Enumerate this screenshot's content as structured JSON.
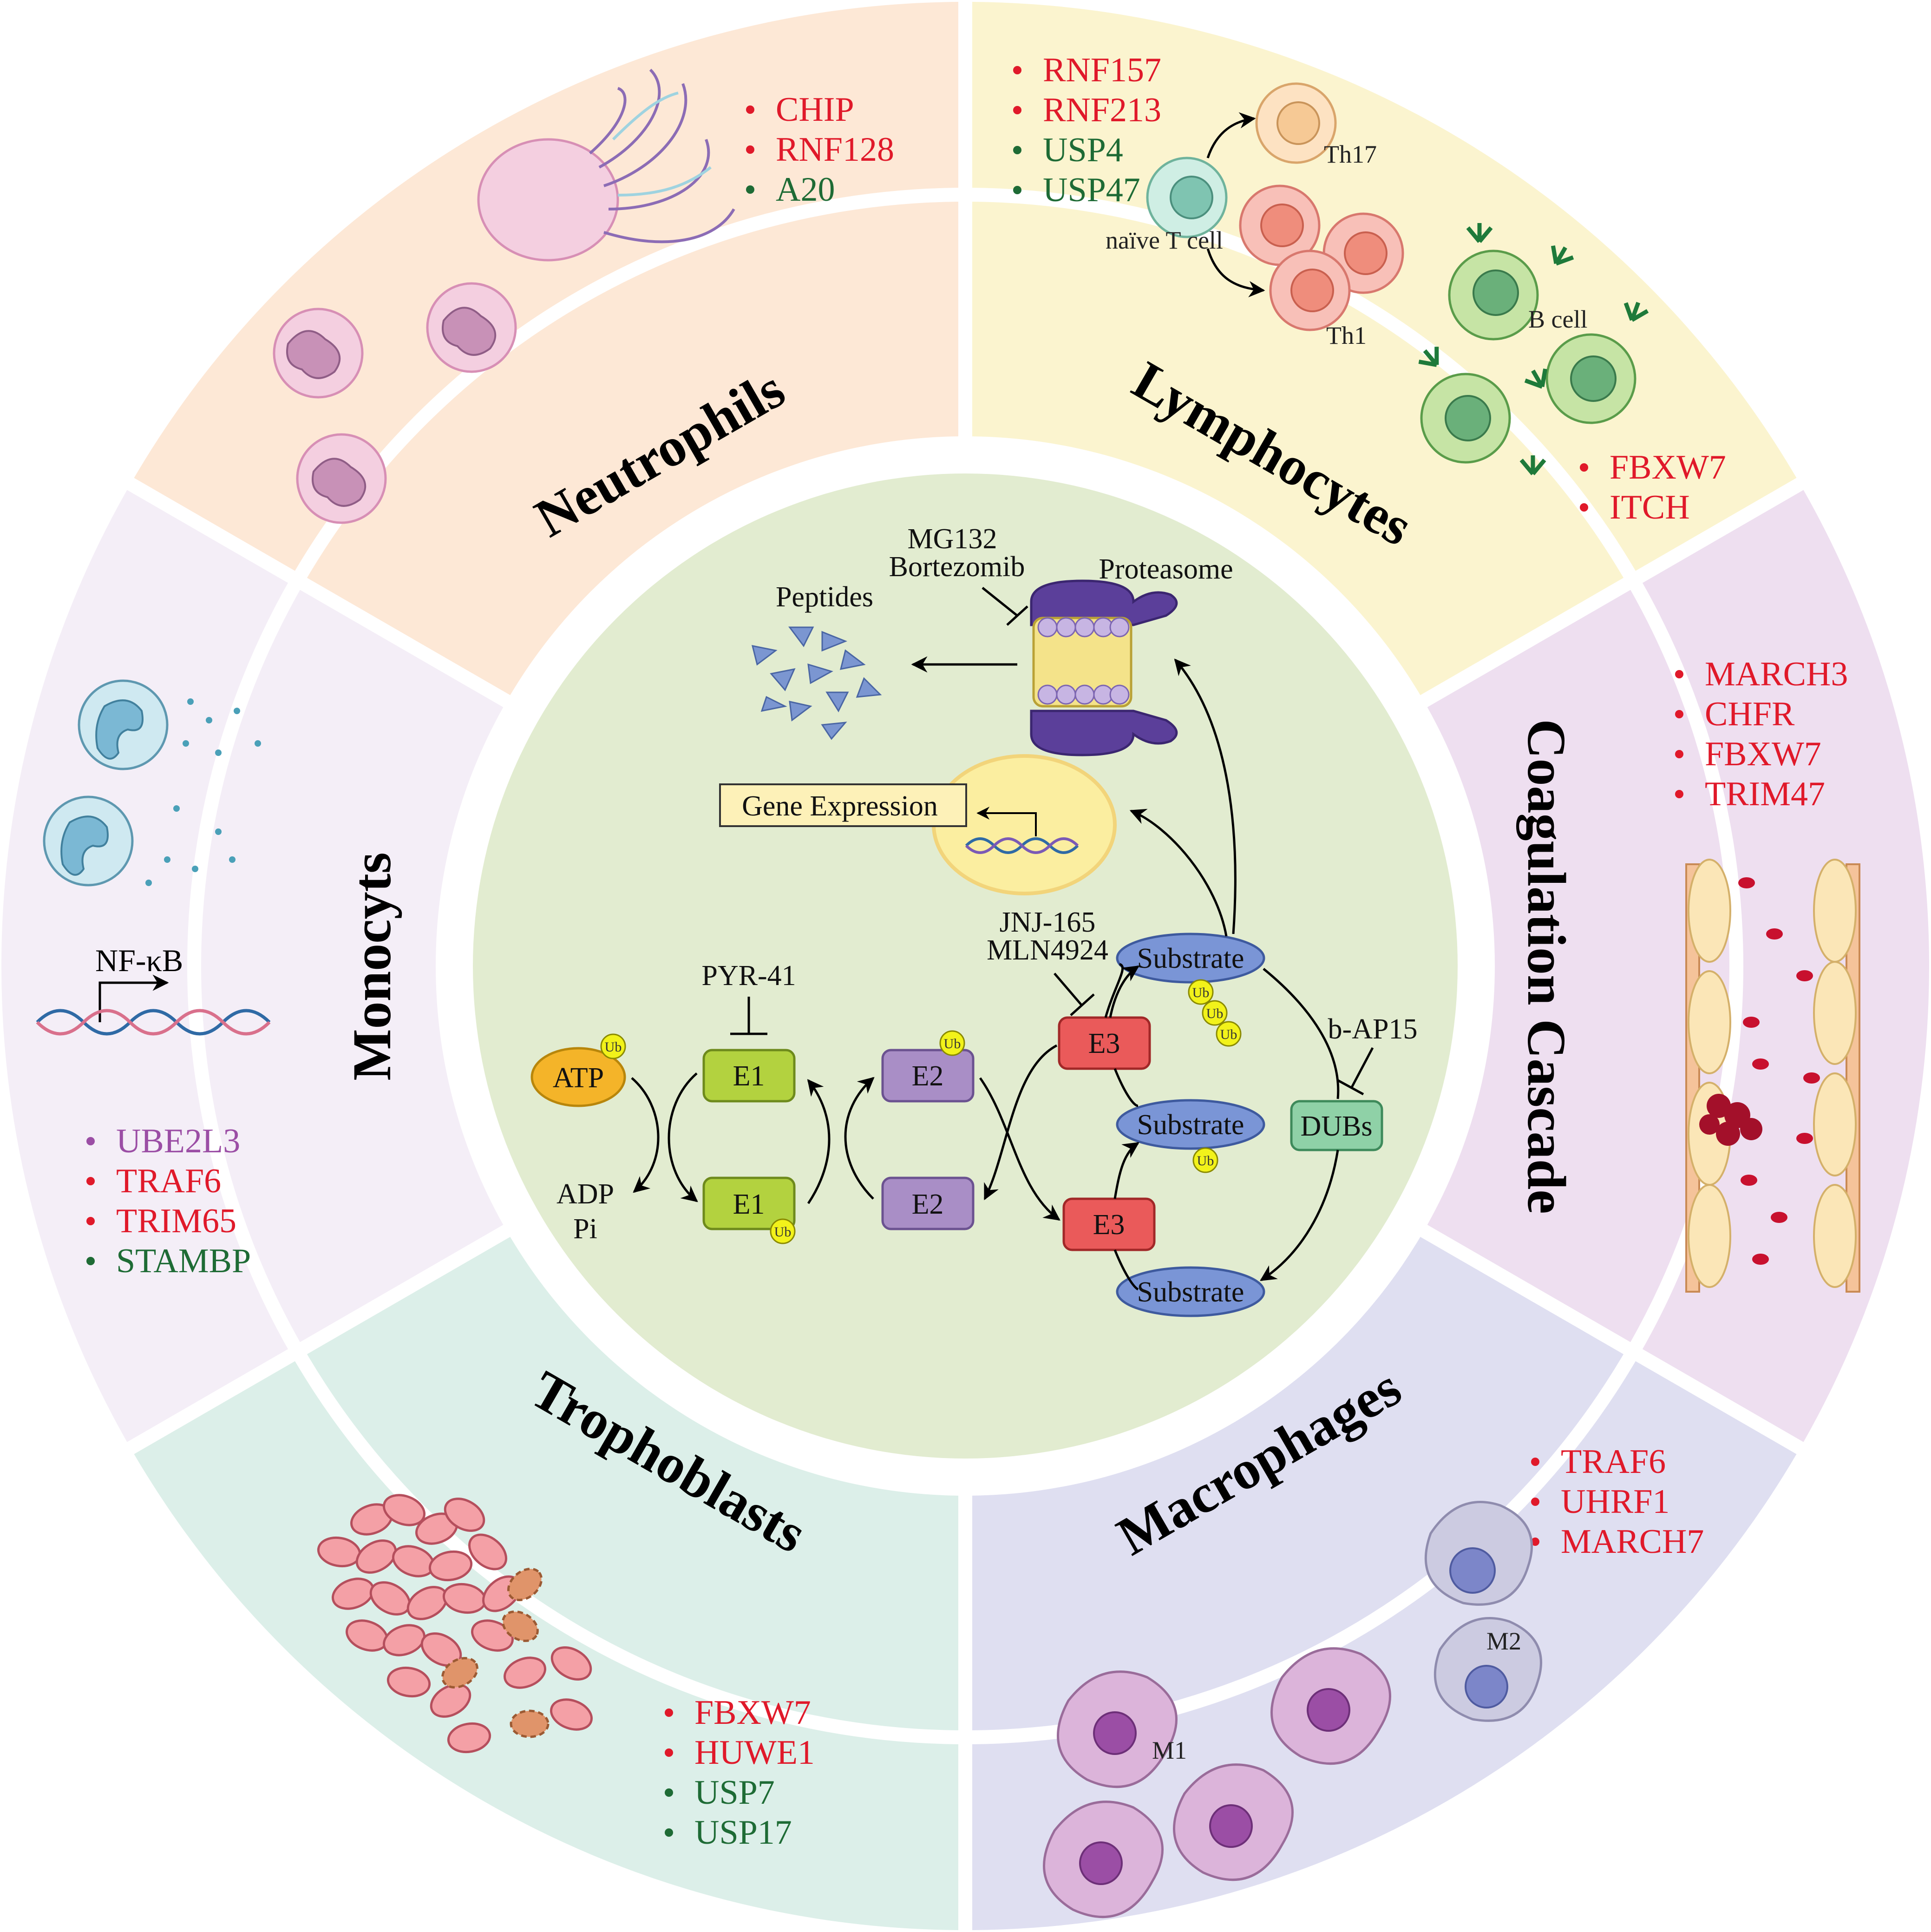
{
  "center": {
    "inhibitor_mg132": "MG132",
    "inhibitor_bortezomib": "Bortezomib",
    "proteasome": "Proteasome",
    "peptides": "Peptides",
    "gene_expression": "Gene Expression",
    "pyr41": "PYR-41",
    "jnj165": "JNJ-165",
    "mln4924": "MLN4924",
    "bap15": "b-AP15",
    "atp": "ATP",
    "adp": "ADP",
    "pi": "Pi",
    "e1": "E1",
    "e2": "E2",
    "e3": "E3",
    "substrate": "Substrate",
    "dubs": "DUBs",
    "ub": "Ub"
  },
  "segments": {
    "neutrophils": {
      "label": "Neutrophils",
      "genes": [
        {
          "name": "CHIP",
          "color": "#e0192a"
        },
        {
          "name": "RNF128",
          "color": "#e0192a"
        },
        {
          "name": "A20",
          "color": "#1e6b35"
        }
      ]
    },
    "lymphocytes": {
      "label": "Lymphocytes",
      "genes_top": [
        {
          "name": "RNF157",
          "color": "#e0192a"
        },
        {
          "name": "RNF213",
          "color": "#e0192a"
        },
        {
          "name": "USP4",
          "color": "#1e6b35"
        },
        {
          "name": "USP47",
          "color": "#1e6b35"
        }
      ],
      "genes_bottom": [
        {
          "name": "FBXW7",
          "color": "#e0192a"
        },
        {
          "name": "ITCH",
          "color": "#e0192a"
        }
      ],
      "cell_labels": {
        "th17": "Th17",
        "naive": "naïve T cell",
        "th1": "Th1",
        "bcell": "B cell"
      }
    },
    "coagulation": {
      "label": "Coagulation Cascade",
      "genes": [
        {
          "name": "MARCH3",
          "color": "#e0192a"
        },
        {
          "name": "CHFR",
          "color": "#e0192a"
        },
        {
          "name": "FBXW7",
          "color": "#e0192a"
        },
        {
          "name": "TRIM47",
          "color": "#e0192a"
        }
      ]
    },
    "macrophages": {
      "label": "Macrophages",
      "genes": [
        {
          "name": "TRAF6",
          "color": "#e0192a"
        },
        {
          "name": "UHRF1",
          "color": "#e0192a"
        },
        {
          "name": "MARCH7",
          "color": "#e0192a"
        }
      ],
      "cell_labels": {
        "m1": "M1",
        "m2": "M2"
      }
    },
    "trophoblasts": {
      "label": "Trophoblasts",
      "genes": [
        {
          "name": "FBXW7",
          "color": "#e0192a"
        },
        {
          "name": "HUWE1",
          "color": "#e0192a"
        },
        {
          "name": "USP7",
          "color": "#1e6b35"
        },
        {
          "name": "USP17",
          "color": "#1e6b35"
        }
      ]
    },
    "monocytes": {
      "label": "Monocyts",
      "genes": [
        {
          "name": "UBE2L3",
          "color": "#9b4ea5"
        },
        {
          "name": "TRAF6",
          "color": "#e0192a"
        },
        {
          "name": "TRIM65",
          "color": "#e0192a"
        },
        {
          "name": "STAMBP",
          "color": "#1e6b35"
        }
      ],
      "nfkb": "NF-κB"
    }
  }
}
